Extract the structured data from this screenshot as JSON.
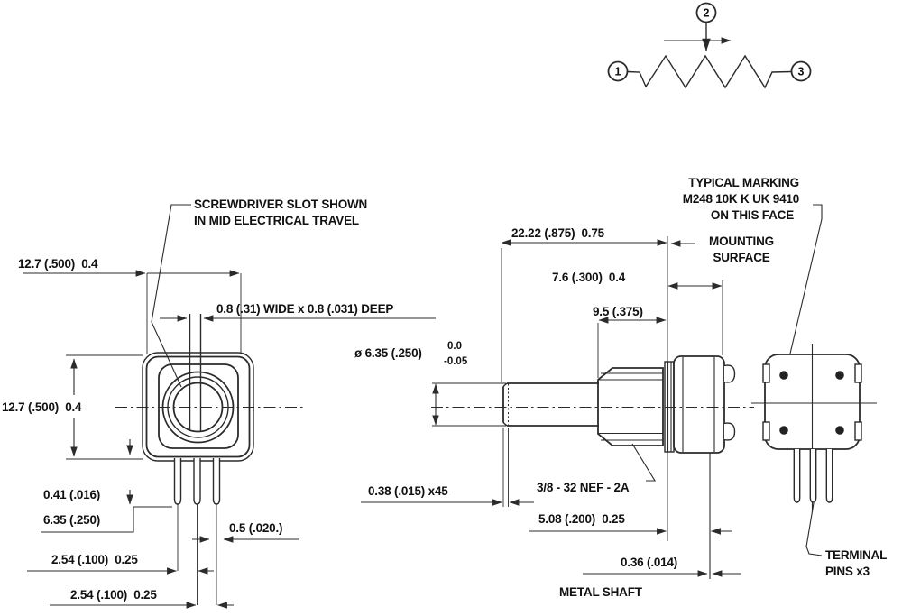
{
  "colors": {
    "line": "#2b2b2b",
    "text": "#111111",
    "background": "#ffffff"
  },
  "schematic": {
    "terminal_left": "1",
    "terminal_wiper": "2",
    "terminal_right": "3"
  },
  "front_view": {
    "note_line1": "SCREWDRIVER SLOT SHOWN",
    "note_line2": "IN MID ELECTRICAL TRAVEL",
    "dim_width": "12.7 (.500)  0.4",
    "dim_slot": "0.8 (.31) WIDE x 0.8 (.031) DEEP",
    "dim_height": "12.7 (.500)  0.4",
    "dim_pin_end": "0.41 (.016)",
    "dim_pin_length": "6.35 (.250)",
    "dim_pin_width": "0.5 (.020.)",
    "dim_pin_pitch_1": "2.54 (.100)  0.25",
    "dim_pin_pitch_2": "2.54 (.100)  0.25"
  },
  "side_view": {
    "dim_overall_length": "22.22 (.875)  0.75",
    "dim_body_depth": "7.6 (.300)  0.4",
    "dim_bushing_length": "9.5 (.375)",
    "dim_shaft_diameter": "ø 6.35 (.250)",
    "tol_upper": "0.0",
    "tol_lower": "-0.05",
    "dim_chamfer": "0.38 (.015) x45",
    "thread_spec": "3/8 - 32 NEF - 2A",
    "dim_pin_offset": "5.08 (.200)  0.25",
    "dim_pin_thickness": "0.36 (.014)",
    "label_metal_shaft": "METAL SHAFT",
    "label_marking_line1": "TYPICAL MARKING",
    "label_marking_line2": "M248 10K K UK 9410",
    "label_marking_line3": "ON THIS FACE",
    "label_mounting_line1": "MOUNTING",
    "label_mounting_line2": "SURFACE"
  },
  "rear_view": {
    "label_terminal_line1": "TERMINAL",
    "label_terminal_line2": "PINS x3"
  }
}
